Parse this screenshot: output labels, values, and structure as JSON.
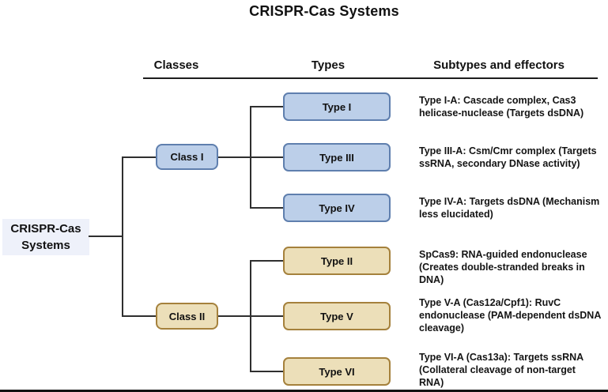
{
  "title": "CRISPR-Cas Systems",
  "headers": {
    "classes": "Classes",
    "types": "Types",
    "subtypes": "Subtypes and effectors"
  },
  "root": {
    "line1": "CRISPR-Cas",
    "line2": "Systems"
  },
  "classes": [
    {
      "label": "Class I",
      "scheme": "blue",
      "types": [
        "Type I",
        "Type III",
        "Type IV"
      ]
    },
    {
      "label": "Class II",
      "scheme": "tan",
      "types": [
        "Type II",
        "Type V",
        "Type VI"
      ]
    }
  ],
  "types": [
    {
      "label": "Type I",
      "parent_class": "Class I",
      "scheme": "blue",
      "description": "Type I-A: Cascade complex, Cas3 helicase-nuclease (Targets dsDNA)"
    },
    {
      "label": "Type III",
      "parent_class": "Class I",
      "scheme": "blue",
      "description": "Type III-A: Csm/Cmr complex (Targets ssRNA, secondary DNase activity)"
    },
    {
      "label": "Type IV",
      "parent_class": "Class I",
      "scheme": "blue",
      "description": "Type IV-A: Targets dsDNA (Mechanism less elucidated)"
    },
    {
      "label": "Type II",
      "parent_class": "Class II",
      "scheme": "tan",
      "description": "SpCas9: RNA-guided endonuclease (Creates double-stranded breaks in DNA)"
    },
    {
      "label": "Type V",
      "parent_class": "Class II",
      "scheme": "tan",
      "description": "Type V-A (Cas12a/Cpf1): RuvC endonuclease (PAM-dependent dsDNA cleavage)"
    },
    {
      "label": "Type VI",
      "parent_class": "Class II",
      "scheme": "tan",
      "description": "Type VI-A (Cas13a): Targets ssRNA (Collateral cleavage of non-target RNA)"
    }
  ],
  "colors": {
    "blue_fill": "#bccfe9",
    "blue_border": "#5f7fae",
    "tan_fill": "#ecdfb9",
    "tan_border": "#a5813c",
    "root_background": "#eef1fa",
    "connector_line": "#2f2f2f",
    "text": "#121212"
  }
}
